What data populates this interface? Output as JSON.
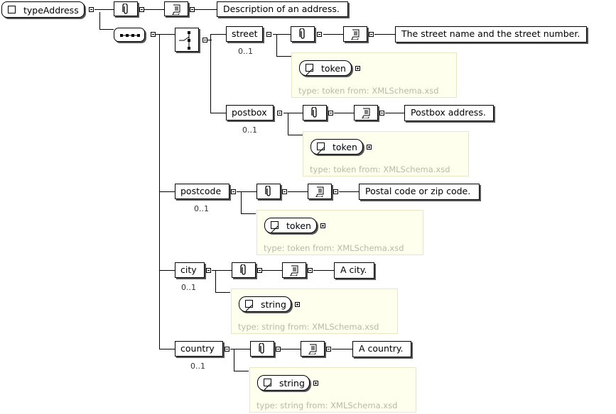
{
  "root": {
    "name": "typeAddress",
    "documentation": "Description of an address."
  },
  "elements": {
    "street": {
      "name": "street",
      "occurrence": "0..1",
      "documentation": "The street name and the street number.",
      "type_name": "token",
      "type_source": "type: token from: XMLSchema.xsd"
    },
    "postbox": {
      "name": "postbox",
      "occurrence": "0..1",
      "documentation": "Postbox address.",
      "type_name": "token",
      "type_source": "type: token from: XMLSchema.xsd"
    },
    "postcode": {
      "name": "postcode",
      "occurrence": "0..1",
      "documentation": "Postal code or zip code.",
      "type_name": "token",
      "type_source": "type: token from: XMLSchema.xsd"
    },
    "city": {
      "name": "city",
      "occurrence": "0..1",
      "documentation": "A city.",
      "type_name": "string",
      "type_source": "type: string from: XMLSchema.xsd"
    },
    "country": {
      "name": "country",
      "occurrence": "0..1",
      "documentation": "A country.",
      "type_name": "string",
      "type_source": "type: string from: XMLSchema.xsd"
    }
  },
  "icons": {
    "annotation": "paperclip-icon",
    "documentation": "scroll-icon",
    "sequence": "sequence-icon",
    "choice": "choice-icon",
    "simple_type": "simple-type-icon",
    "complex_type": "complex-type-icon",
    "collapse": "minus-icon",
    "expand": "plus-icon"
  },
  "colors": {
    "type_panel_bg": "#ffffee",
    "type_panel_border": "#e8e6c4",
    "type_source_text": "#b9b9a8",
    "shadow": "#555555"
  }
}
